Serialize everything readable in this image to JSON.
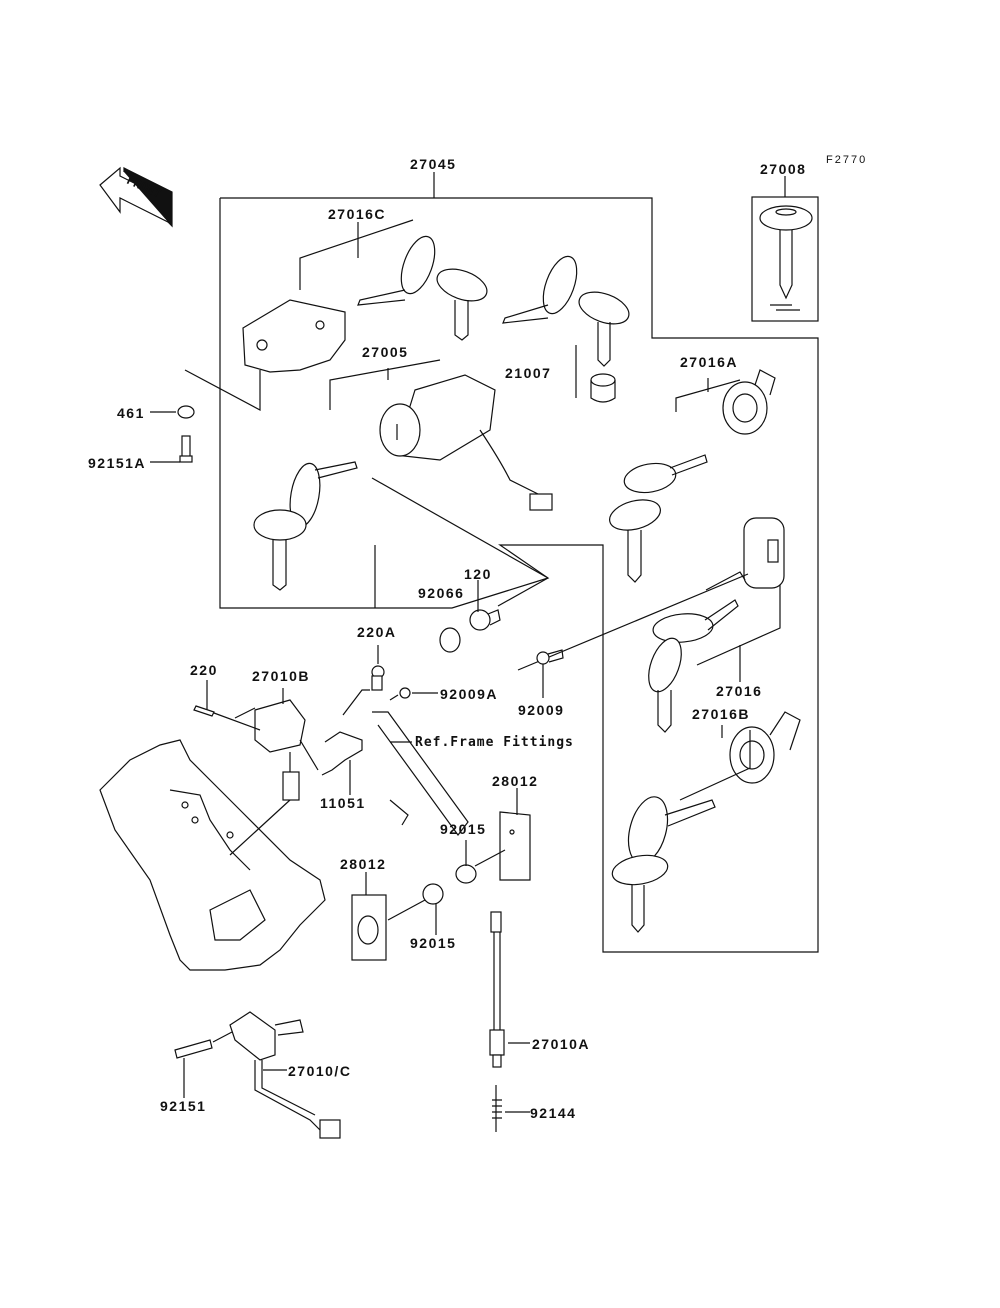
{
  "diagram": {
    "figure_code": "F2770",
    "direction_indicator": "FRONT",
    "reference_note": "Ref.Frame Fittings",
    "part_labels": {
      "p27045": "27045",
      "p27008": "27008",
      "p27016C": "27016C",
      "p27005": "27005",
      "p21007": "21007",
      "p27016A": "27016A",
      "p461": "461",
      "p92151A": "92151A",
      "p120": "120",
      "p92066": "92066",
      "p220A": "220A",
      "p92009A": "92009A",
      "p92009": "92009",
      "p27016": "27016",
      "p27016B": "27016B",
      "p220": "220",
      "p27010B": "27010B",
      "p11051": "11051",
      "p28012a": "28012",
      "p92015a": "92015",
      "p28012b": "28012",
      "p92015b": "92015",
      "p27010A": "27010A",
      "p27010C": "27010/C",
      "p92151": "92151",
      "p92144": "92144"
    }
  }
}
